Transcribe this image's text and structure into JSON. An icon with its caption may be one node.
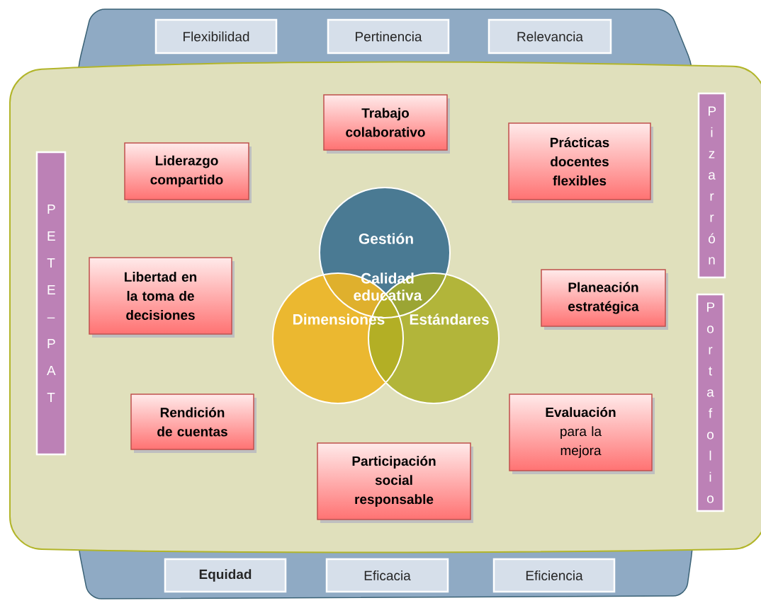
{
  "diagram": {
    "nodes": [
      {
        "text": [
          "Flexibilidad"
        ]
      },
      {
        "text": [
          "Pertinencia"
        ]
      },
      {
        "text": [
          "Relevancia"
        ]
      },
      {
        "text": [
          "Trabajo colaborativo"
        ]
      },
      {
        "text": [
          "P i z a r r ó n"
        ]
      },
      {
        "text": [
          "Prácticas docentes flexibles"
        ]
      },
      {
        "text": [
          "Liderazgo compartido"
        ]
      },
      {
        "text": [
          "P E T E – P A T"
        ]
      },
      {
        "text": [
          "Gestión"
        ]
      },
      {
        "text": [
          "Libertad en la toma de decisiones"
        ]
      },
      {
        "text": [
          "Planeación estratégica"
        ]
      },
      {
        "text": [
          "Dimensiones"
        ]
      },
      {
        "text": [
          "Estándares"
        ]
      },
      {
        "text": [
          "P o r t a f o l i o"
        ]
      },
      {
        "text": [
          "Rendición de cuentas"
        ]
      },
      {
        "text": [
          "**Evaluación** para la mejora"
        ]
      },
      {
        "text": [
          "Participación social responsable"
        ]
      },
      {
        "text": [
          "Equidad"
        ]
      },
      {
        "text": [
          "Eficacia"
        ]
      },
      {
        "text": [
          "Eficiencia"
        ]
      }
    ],
    "labels": [
      "Calidad educativa"
    ]
  }
}
